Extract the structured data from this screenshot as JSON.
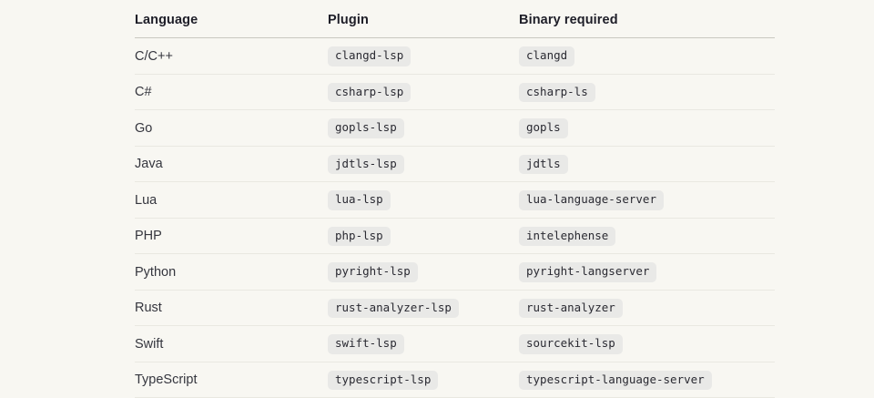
{
  "colors": {
    "page_bg": "#f8f7f2",
    "pill_bg": "#e9e9e7",
    "header_text": "#1e1e28",
    "body_text": "#35363e",
    "pill_text": "#2a2a32",
    "header_border": "#c9c8c1",
    "row_border": "#e9e8e1"
  },
  "table": {
    "columns": [
      {
        "key": "language",
        "label": "Language"
      },
      {
        "key": "plugin",
        "label": "Plugin"
      },
      {
        "key": "binary",
        "label": "Binary required"
      }
    ],
    "rows": [
      {
        "language": "C/C++",
        "plugin": "clangd-lsp",
        "binary": "clangd"
      },
      {
        "language": "C#",
        "plugin": "csharp-lsp",
        "binary": "csharp-ls"
      },
      {
        "language": "Go",
        "plugin": "gopls-lsp",
        "binary": "gopls"
      },
      {
        "language": "Java",
        "plugin": "jdtls-lsp",
        "binary": "jdtls"
      },
      {
        "language": "Lua",
        "plugin": "lua-lsp",
        "binary": "lua-language-server"
      },
      {
        "language": "PHP",
        "plugin": "php-lsp",
        "binary": "intelephense"
      },
      {
        "language": "Python",
        "plugin": "pyright-lsp",
        "binary": "pyright-langserver"
      },
      {
        "language": "Rust",
        "plugin": "rust-analyzer-lsp",
        "binary": "rust-analyzer"
      },
      {
        "language": "Swift",
        "plugin": "swift-lsp",
        "binary": "sourcekit-lsp"
      },
      {
        "language": "TypeScript",
        "plugin": "typescript-lsp",
        "binary": "typescript-language-server"
      }
    ]
  }
}
